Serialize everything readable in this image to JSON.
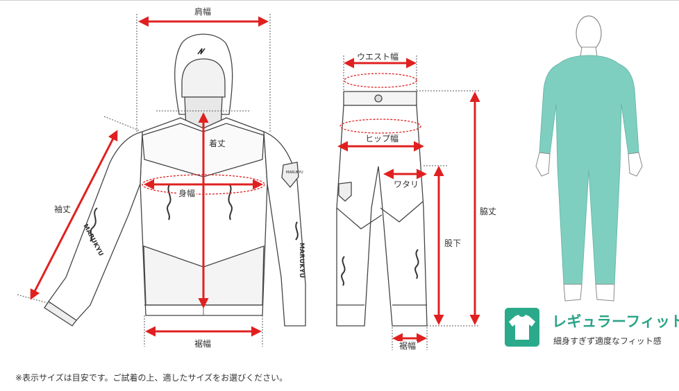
{
  "jacket": {
    "shoulder_label": "肩幅",
    "length_label": "着丈",
    "body_width_label": "身幅",
    "sleeve_label": "袖丈",
    "hem_label": "裾幅",
    "brand_text": "MARUKYU"
  },
  "pants": {
    "waist_label": "ウエスト幅",
    "hip_label": "ヒップ幅",
    "thigh_label": "ワタリ",
    "inseam_label": "股下",
    "outseam_label": "脇丈",
    "hem_label": "裾幅"
  },
  "fit": {
    "title": "レギュラーフィット",
    "description": "細身すぎず適度なフィット感"
  },
  "footnote": "※表示サイズは目安です。ご試着の上、適したサイズをお選びください。",
  "colors": {
    "measure_red": "#e02020",
    "fit_teal": "#2aaa8a",
    "figure_teal": "#7fcfc0",
    "line_gray": "#444444"
  }
}
